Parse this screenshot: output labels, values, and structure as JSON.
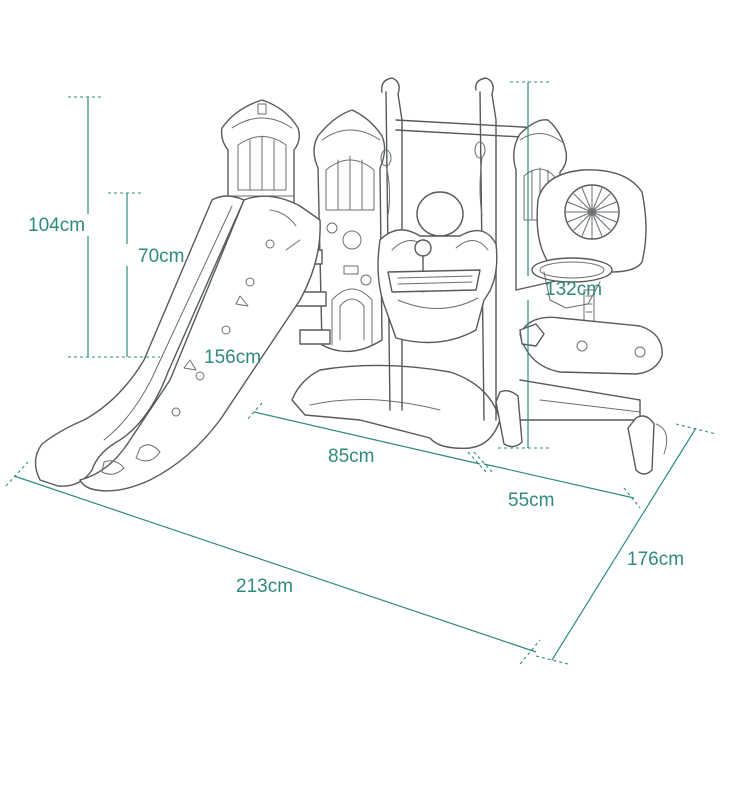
{
  "product": {
    "name": "",
    "parts": [
      "slide",
      "climbing-stairs",
      "swing",
      "basketball-hoop"
    ]
  },
  "dimensions": {
    "tower_height": "104cm",
    "slide_platform_height": "70cm",
    "slide_length": "156cm",
    "swing_section_depth": "85cm",
    "hoop_section_depth": "55cm",
    "hoop_height": "132cm",
    "total_length": "213cm",
    "total_width": "176cm"
  },
  "colors": {
    "dimension_lines": "#2f8a80",
    "outline": "#555a5c",
    "background": "#ffffff"
  }
}
